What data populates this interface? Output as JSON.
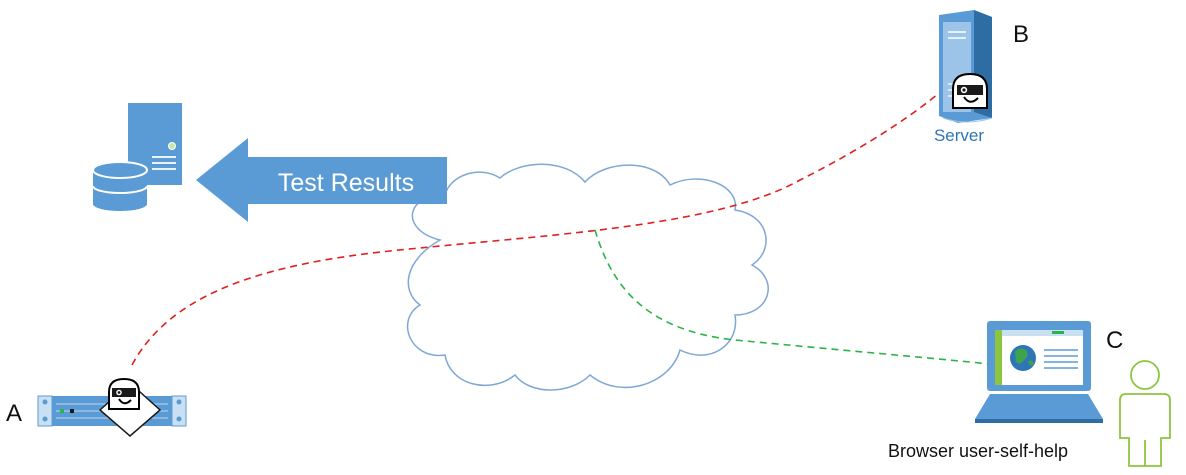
{
  "labels": {
    "node_a": "A",
    "node_b": "B",
    "node_c": "C",
    "server": "Server",
    "arrow": "Test Results",
    "browser_user": "Browser user-self-help"
  },
  "icons": {
    "database_server": "database-server-icon",
    "tower_server": "tower-server-icon",
    "rack_appliance": "rack-appliance-icon",
    "laptop_browser": "laptop-browser-icon",
    "user": "user-icon",
    "cloud": "cloud-icon",
    "agent": "robot-agent-icon"
  },
  "colors": {
    "blue": "#5b9bd5",
    "dark_blue": "#2e6da4",
    "red_link": "#e02020",
    "green_link": "#2db34a",
    "cloud_stroke": "#7fa7d6",
    "user_green": "#8cc63f",
    "server_text": "#2e75b6"
  }
}
